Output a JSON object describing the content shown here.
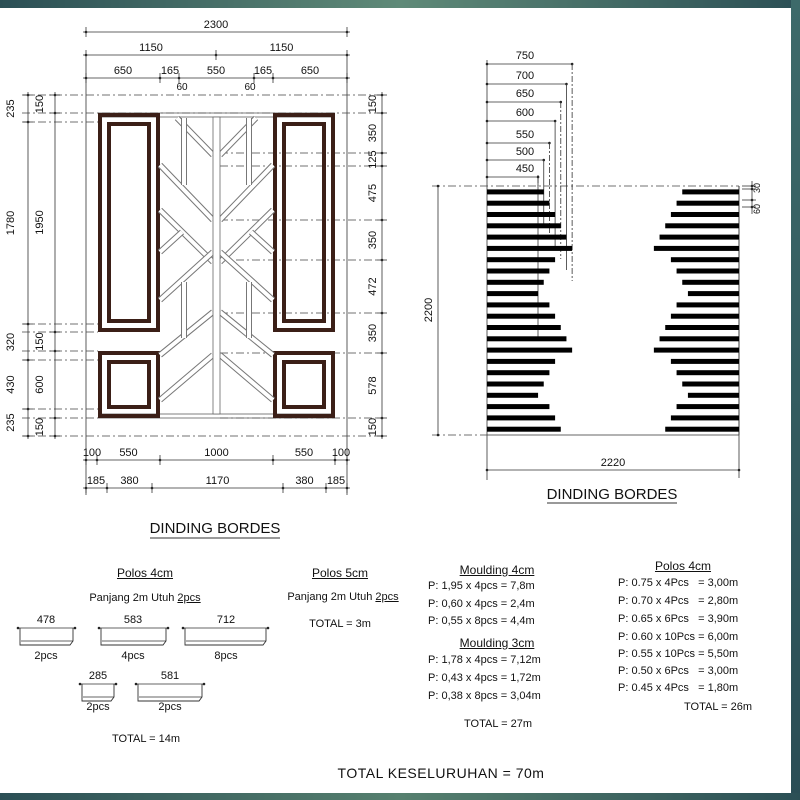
{
  "door_drawing": {
    "title": "DINDING BORDES",
    "top_total": "2300",
    "top_halves": [
      "1150",
      "1150"
    ],
    "top_parts": [
      "650",
      "165",
      "550",
      "165",
      "650"
    ],
    "top_small": [
      "60",
      "60"
    ],
    "left_outer": [
      "235",
      "1780",
      "320",
      "430",
      "235"
    ],
    "left_inner": [
      "150",
      "1950",
      "150",
      "600",
      "150"
    ],
    "right_dims": [
      "150",
      "350",
      "125",
      "475",
      "350",
      "472",
      "350",
      "578",
      "150"
    ],
    "bottom_row1": [
      "100",
      "550",
      "1000",
      "550",
      "100"
    ],
    "bottom_row2": [
      "185",
      "380",
      "1170",
      "380",
      "185"
    ],
    "frame_color": "#3b1f17"
  },
  "slat_drawing": {
    "title": "DINDING BORDES",
    "top_dims": [
      "750",
      "700",
      "650",
      "600",
      "550",
      "500",
      "450"
    ],
    "height": "2200",
    "width": "2220",
    "spacing_dims": [
      "30",
      "60"
    ],
    "slat_lengths_mm": [
      500,
      550,
      600,
      650,
      700,
      750,
      600,
      550,
      500,
      450,
      550,
      600,
      650,
      700,
      750,
      600,
      550,
      500,
      450,
      550,
      600,
      650
    ]
  },
  "polos_4cm_left": {
    "title": "Polos 4cm",
    "panjang_prefix": "Panjang 2m Utuh ",
    "panjang_qty": "2pcs",
    "pieces": [
      {
        "length": "478",
        "qty": "2pcs"
      },
      {
        "length": "583",
        "qty": "4pcs"
      },
      {
        "length": "712",
        "qty": "8pcs"
      },
      {
        "length": "285",
        "qty": "2pcs"
      },
      {
        "length": "581",
        "qty": "2pcs"
      }
    ],
    "total": "TOTAL = 14m"
  },
  "polos_5cm": {
    "title": "Polos 5cm",
    "panjang_prefix": "Panjang 2m Utuh ",
    "panjang_qty": "2pcs",
    "total": "TOTAL = 3m"
  },
  "moulding": {
    "title_4cm": "Moulding 4cm",
    "rows_4cm": [
      "P: 1,95 x 4pcs = 7,8m",
      "P: 0,60 x 4pcs = 2,4m",
      "P: 0,55 x 8pcs = 4,4m"
    ],
    "title_3cm": "Moulding 3cm",
    "rows_3cm": [
      "P: 1,78 x 4pcs = 7,12m",
      "P: 0,43 x 4pcs = 1,72m",
      "P: 0,38 x 8pcs = 3,04m"
    ],
    "total": "TOTAL = 27m"
  },
  "polos_4cm_right": {
    "title": "Polos 4cm",
    "rows": [
      "P: 0.75 x 4Pcs   = 3,00m",
      "P: 0.70 x 4Pcs   = 2,80m",
      "P: 0.65 x 6Pcs   = 3,90m",
      "P: 0.60 x 10Pcs = 6,00m",
      "P: 0.55 x 10Pcs = 5,50m",
      "P: 0.50 x 6Pcs   = 3,00m",
      "P: 0.45 x 4Pcs   = 1,80m"
    ],
    "total": "TOTAL = 26m"
  },
  "grand_total": "TOTAL KESELURUHAN = 70m"
}
